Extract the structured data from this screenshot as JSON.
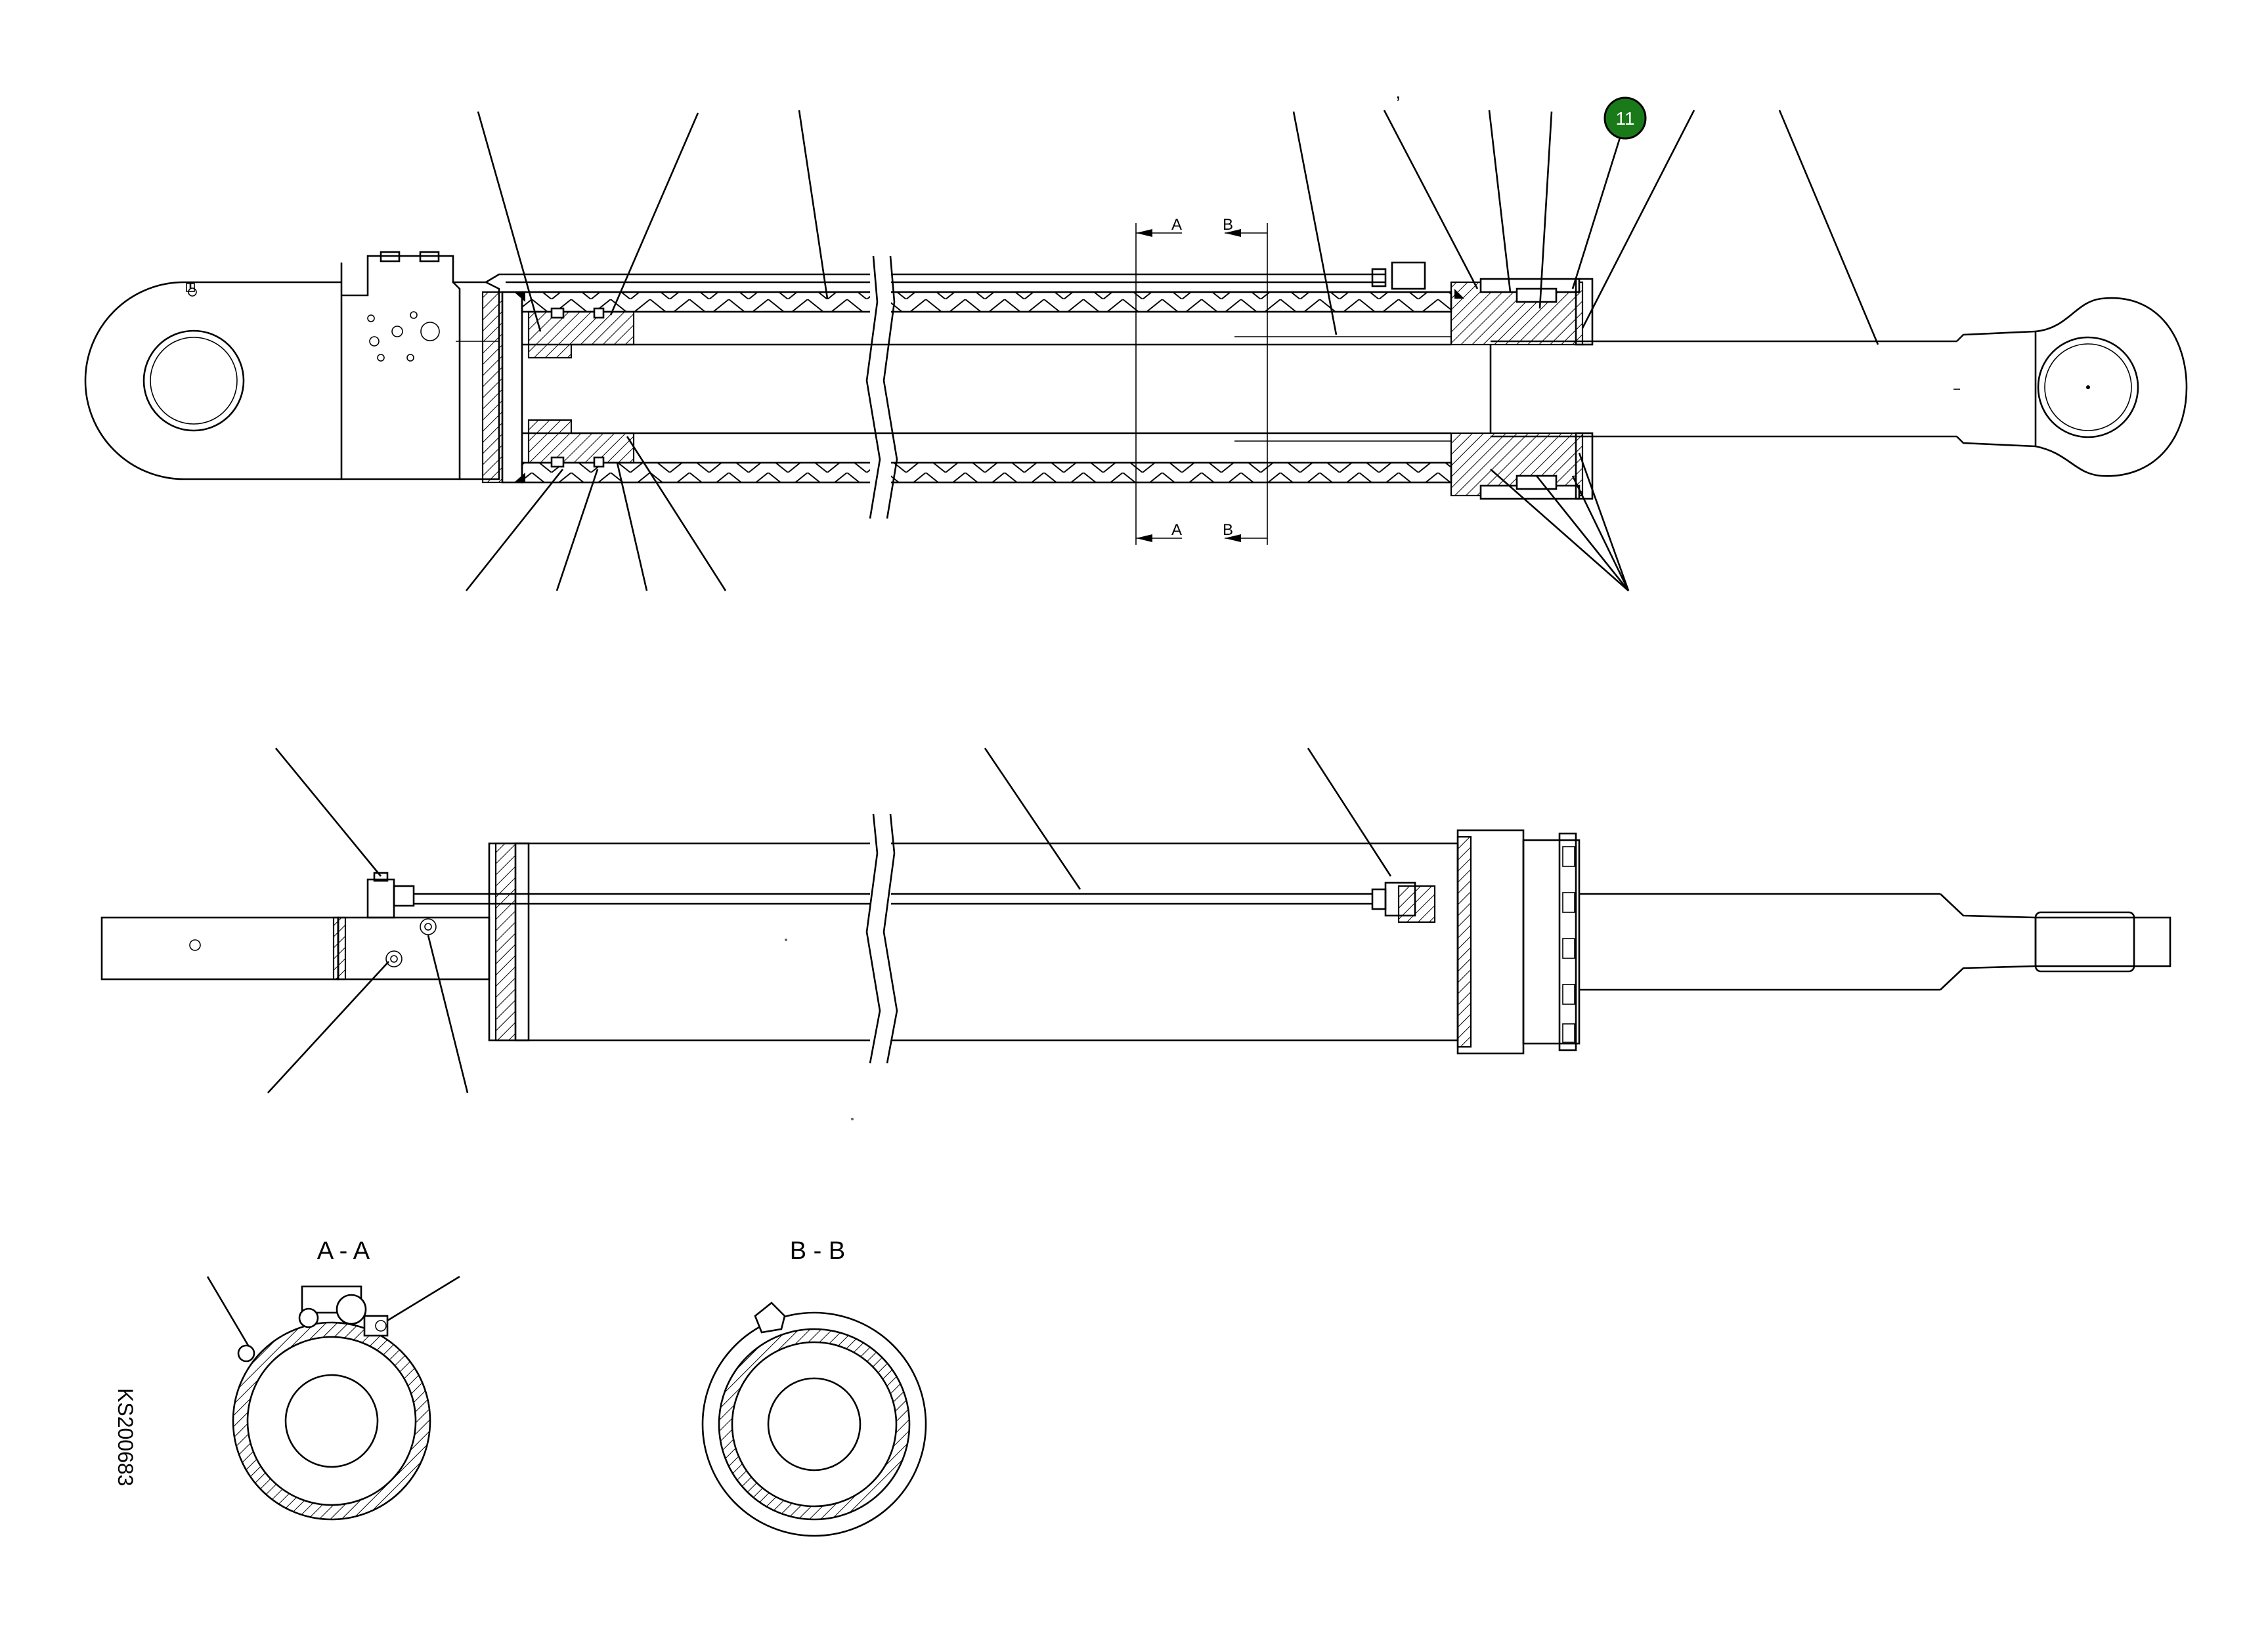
{
  "callout_badge": {
    "number": "11",
    "color": "#1a7a1a",
    "text_color": "#ffffff"
  },
  "section_markers": {
    "a": "A",
    "b": "B"
  },
  "section_titles": {
    "aa": "A - A",
    "bb": "B - B"
  },
  "stray_mark": ",",
  "drawing_id": "KS200683",
  "colors": {
    "line": "#000000",
    "background": "#ffffff",
    "badge": "#1a7a1a"
  }
}
